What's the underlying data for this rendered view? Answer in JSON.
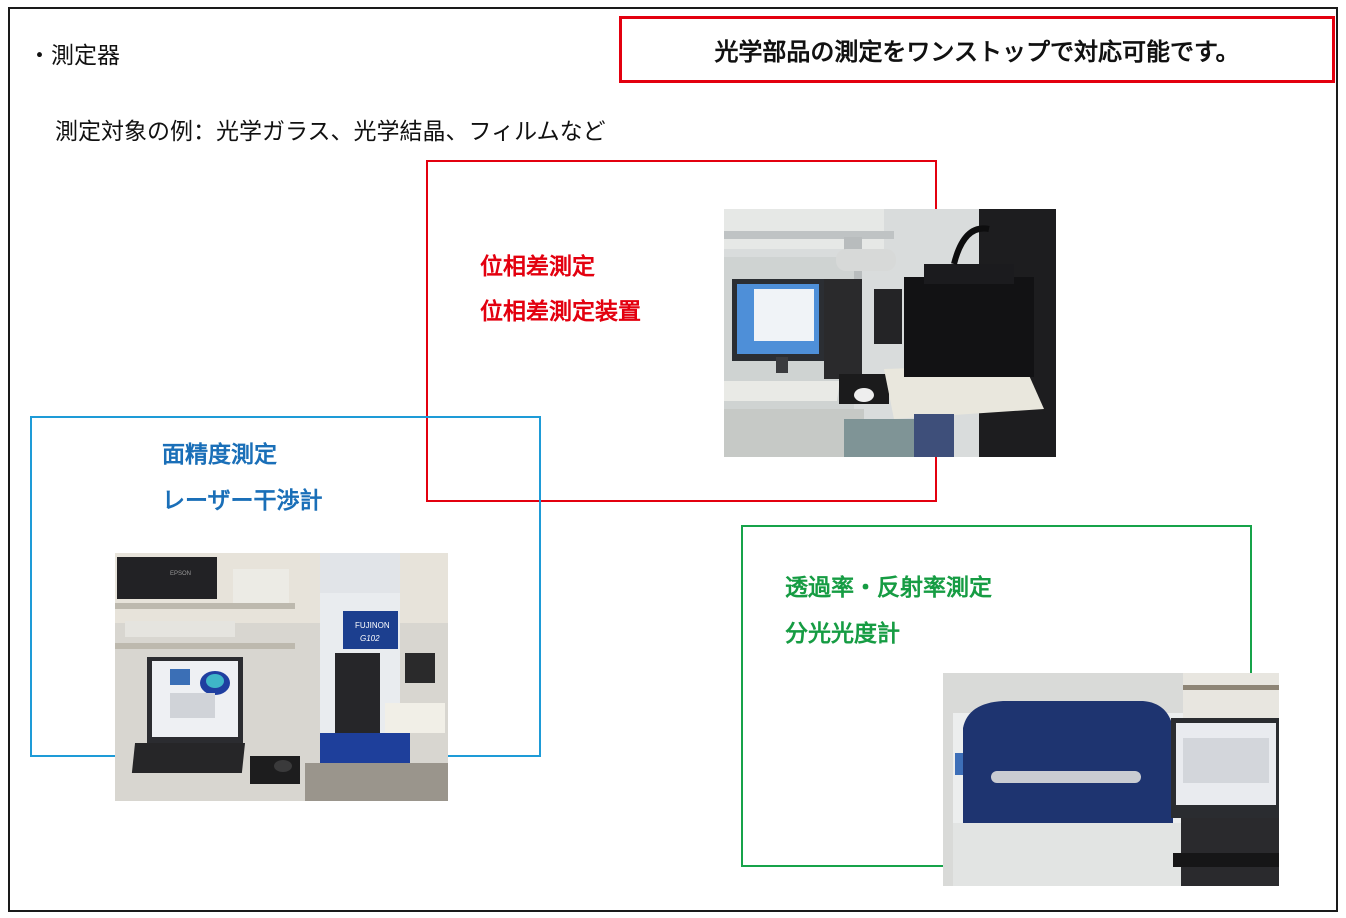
{
  "heading": "・測定器",
  "callout": "光学部品の測定をワンストップで対応可能です。",
  "examples": "測定対象の例：光学ガラス、光学結晶、フィルムなど",
  "sections": [
    {
      "title": "位相差測定",
      "device": "位相差測定装置",
      "color": "#e3000f"
    },
    {
      "title": "面精度測定",
      "device": "レーザー干渉計",
      "color": "#1a6fb8"
    },
    {
      "title": "透過率・反射率測定",
      "device": "分光光度計",
      "color": "#169c43"
    }
  ],
  "photo_labels": {
    "printer_brand": "EPSON",
    "instrument_brand": "FUJINON",
    "instrument_model": "G102"
  }
}
